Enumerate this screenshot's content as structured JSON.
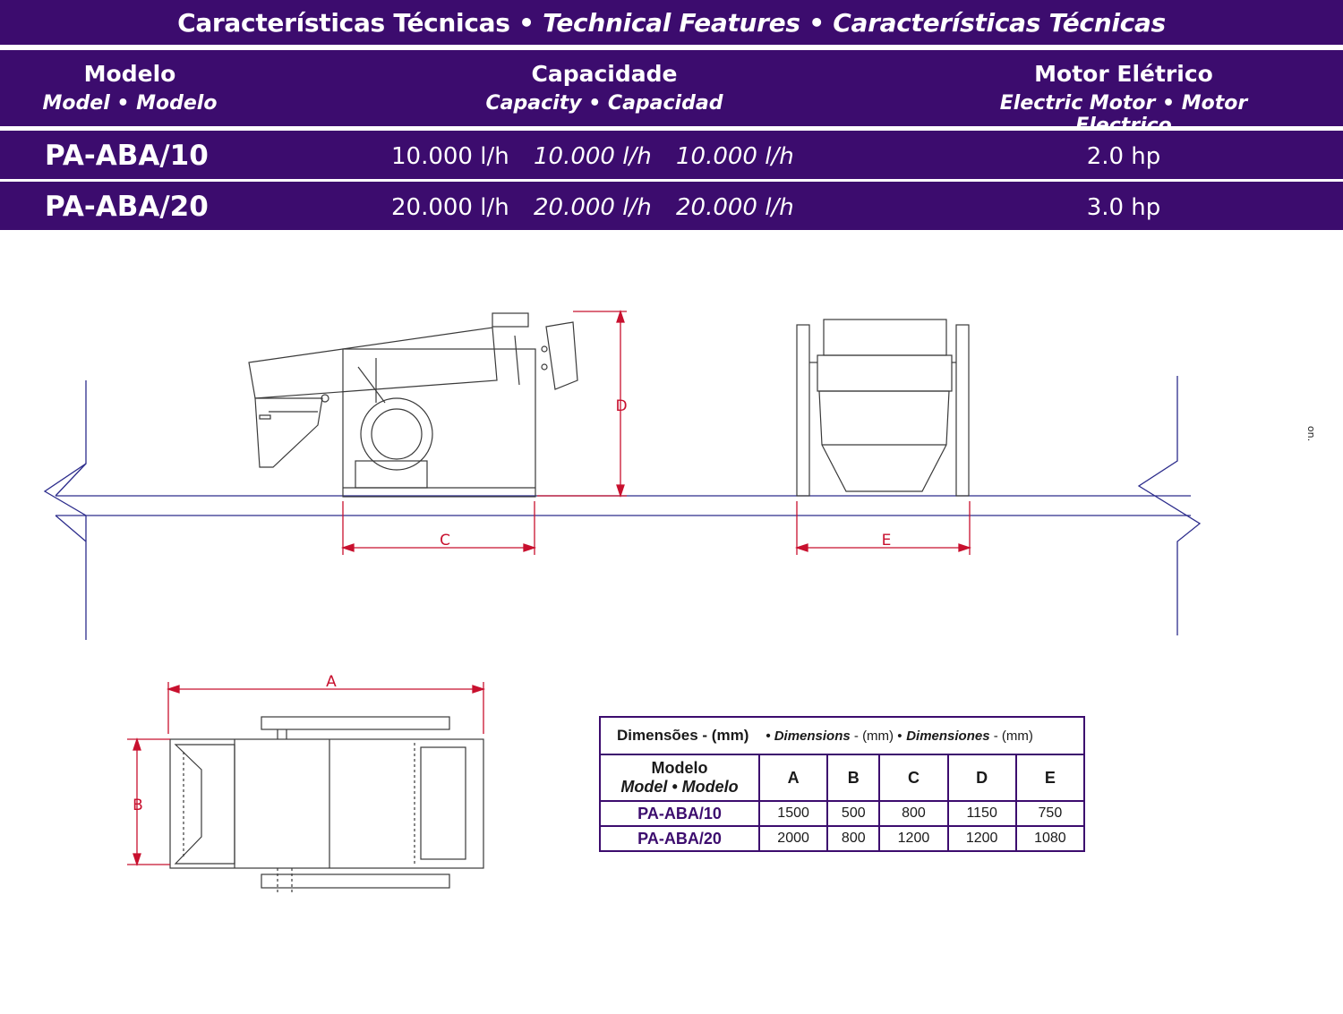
{
  "header": {
    "title_pt": "Características Técnicas",
    "bullet": "•",
    "title_en": "Technical Features",
    "title_es": "Características Técnicas"
  },
  "columns": {
    "model_pt": "Modelo",
    "model_sub": "Model • Modelo",
    "capacity_pt": "Capacidade",
    "capacity_sub": "Capacity • Capacidad",
    "motor_pt": "Motor Elétrico",
    "motor_sub": "Electric Motor • Motor Electrico"
  },
  "rows": [
    {
      "model": "PA-ABA/10",
      "cap1": "10.000 l/h",
      "cap2": "10.000 l/h",
      "cap3": "10.000 l/h",
      "motor": "2.0 hp"
    },
    {
      "model": "PA-ABA/20",
      "cap1": "20.000 l/h",
      "cap2": "20.000 l/h",
      "cap3": "20.000 l/h",
      "motor": "3.0 hp"
    }
  ],
  "drawing_labels": {
    "A": "A",
    "B": "B",
    "C": "C",
    "D": "D",
    "E": "E"
  },
  "side_mark": "on.",
  "dimensions_table": {
    "caption_pt": "Dimensões - (mm)",
    "caption_en_label": "• Dimensions",
    "caption_en_unit": " - (mm) •",
    "caption_es_label": "Dimensiones",
    "caption_es_unit": " - (mm)",
    "model_header_line1": "Modelo",
    "model_header_line2": "Model • Modelo",
    "headers": [
      "A",
      "B",
      "C",
      "D",
      "E"
    ],
    "rows": [
      {
        "model": "PA-ABA/10",
        "values": [
          "1500",
          "500",
          "800",
          "1150",
          "750"
        ]
      },
      {
        "model": "PA-ABA/20",
        "values": [
          "2000",
          "800",
          "1200",
          "1200",
          "1080"
        ]
      }
    ]
  },
  "colors": {
    "band": "#3c0c6e",
    "dimension_line": "#c8102e",
    "floor_line": "#2c2c8c"
  }
}
